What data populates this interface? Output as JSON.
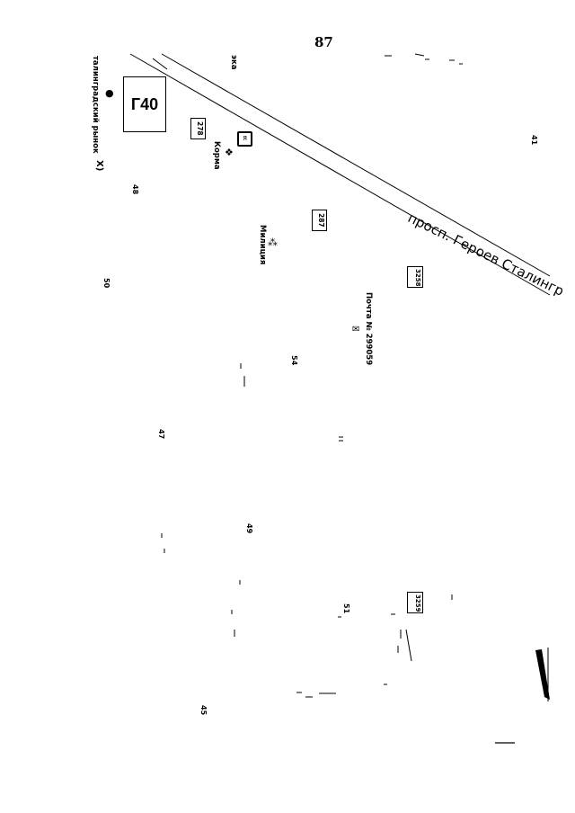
{
  "page_number": "87",
  "street": "просп. Героев Сталингр",
  "labels": {
    "market": "талинградский рынок",
    "eka": "эка",
    "korma": "Корма",
    "militsiya": "Милиция",
    "pochta": "Почта № 299059"
  },
  "square_code": "Г40",
  "bus_numbers": {
    "b278": "278",
    "b287": "287",
    "b3258": "3258",
    "b3259": "3259"
  },
  "house_numbers": {
    "h41": "41",
    "h48": "48",
    "h50": "50",
    "h54": "54",
    "h47": "47",
    "h49": "49",
    "h51": "51",
    "h45": "45"
  },
  "icons": [
    "apple-icon",
    "bus-stop-icon",
    "paw-icon",
    "police-icon",
    "mail-icon",
    "misc-glyph-icon"
  ]
}
